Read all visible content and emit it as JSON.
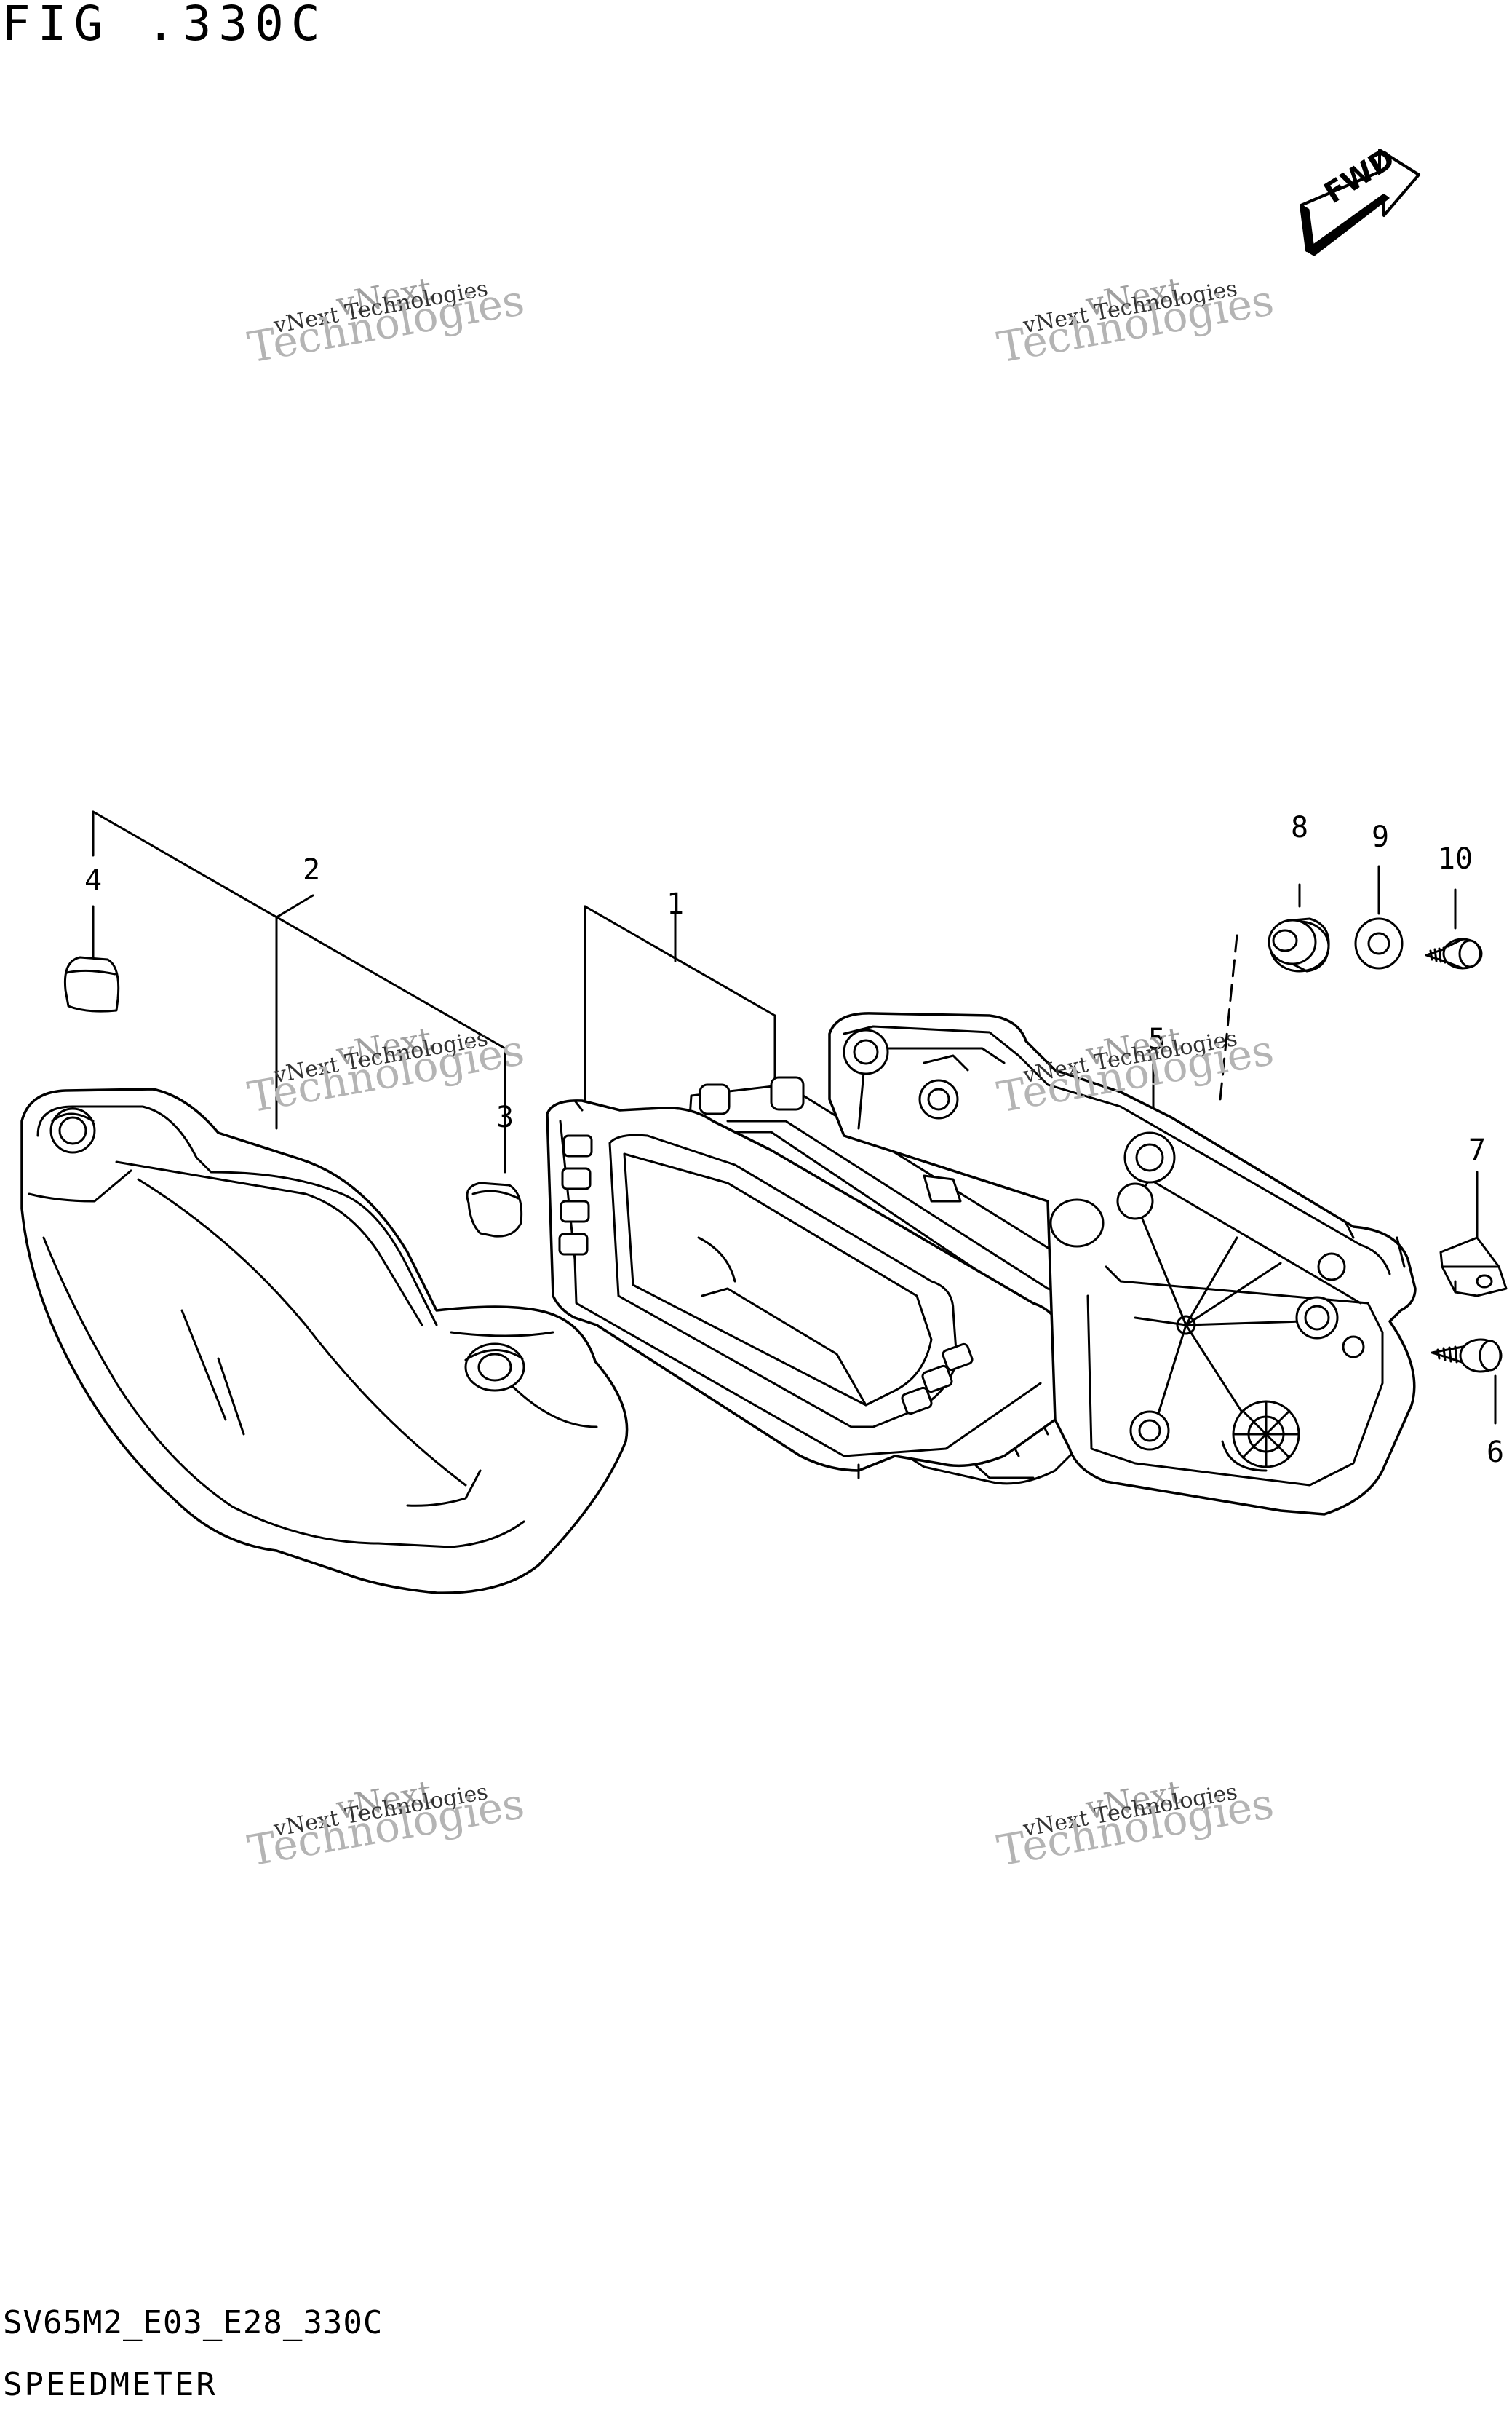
{
  "figure": {
    "title": "FIG .330C",
    "code": "SV65M2_E03_E28_330C",
    "name": "SPEEDMETER"
  },
  "direction_badge": {
    "label": "FWD"
  },
  "watermark": {
    "line1": "vNext",
    "line2": "vNext Technologies",
    "line3": "Technologies"
  },
  "callouts": {
    "p1": "1",
    "p2": "2",
    "p3": "3",
    "p4": "4",
    "p5": "5",
    "p6": "6",
    "p7": "7",
    "p8": "8",
    "p9": "9",
    "p10": "10"
  },
  "colors": {
    "line": "#000000",
    "background": "#ffffff",
    "watermark": "#9a9a9a"
  }
}
